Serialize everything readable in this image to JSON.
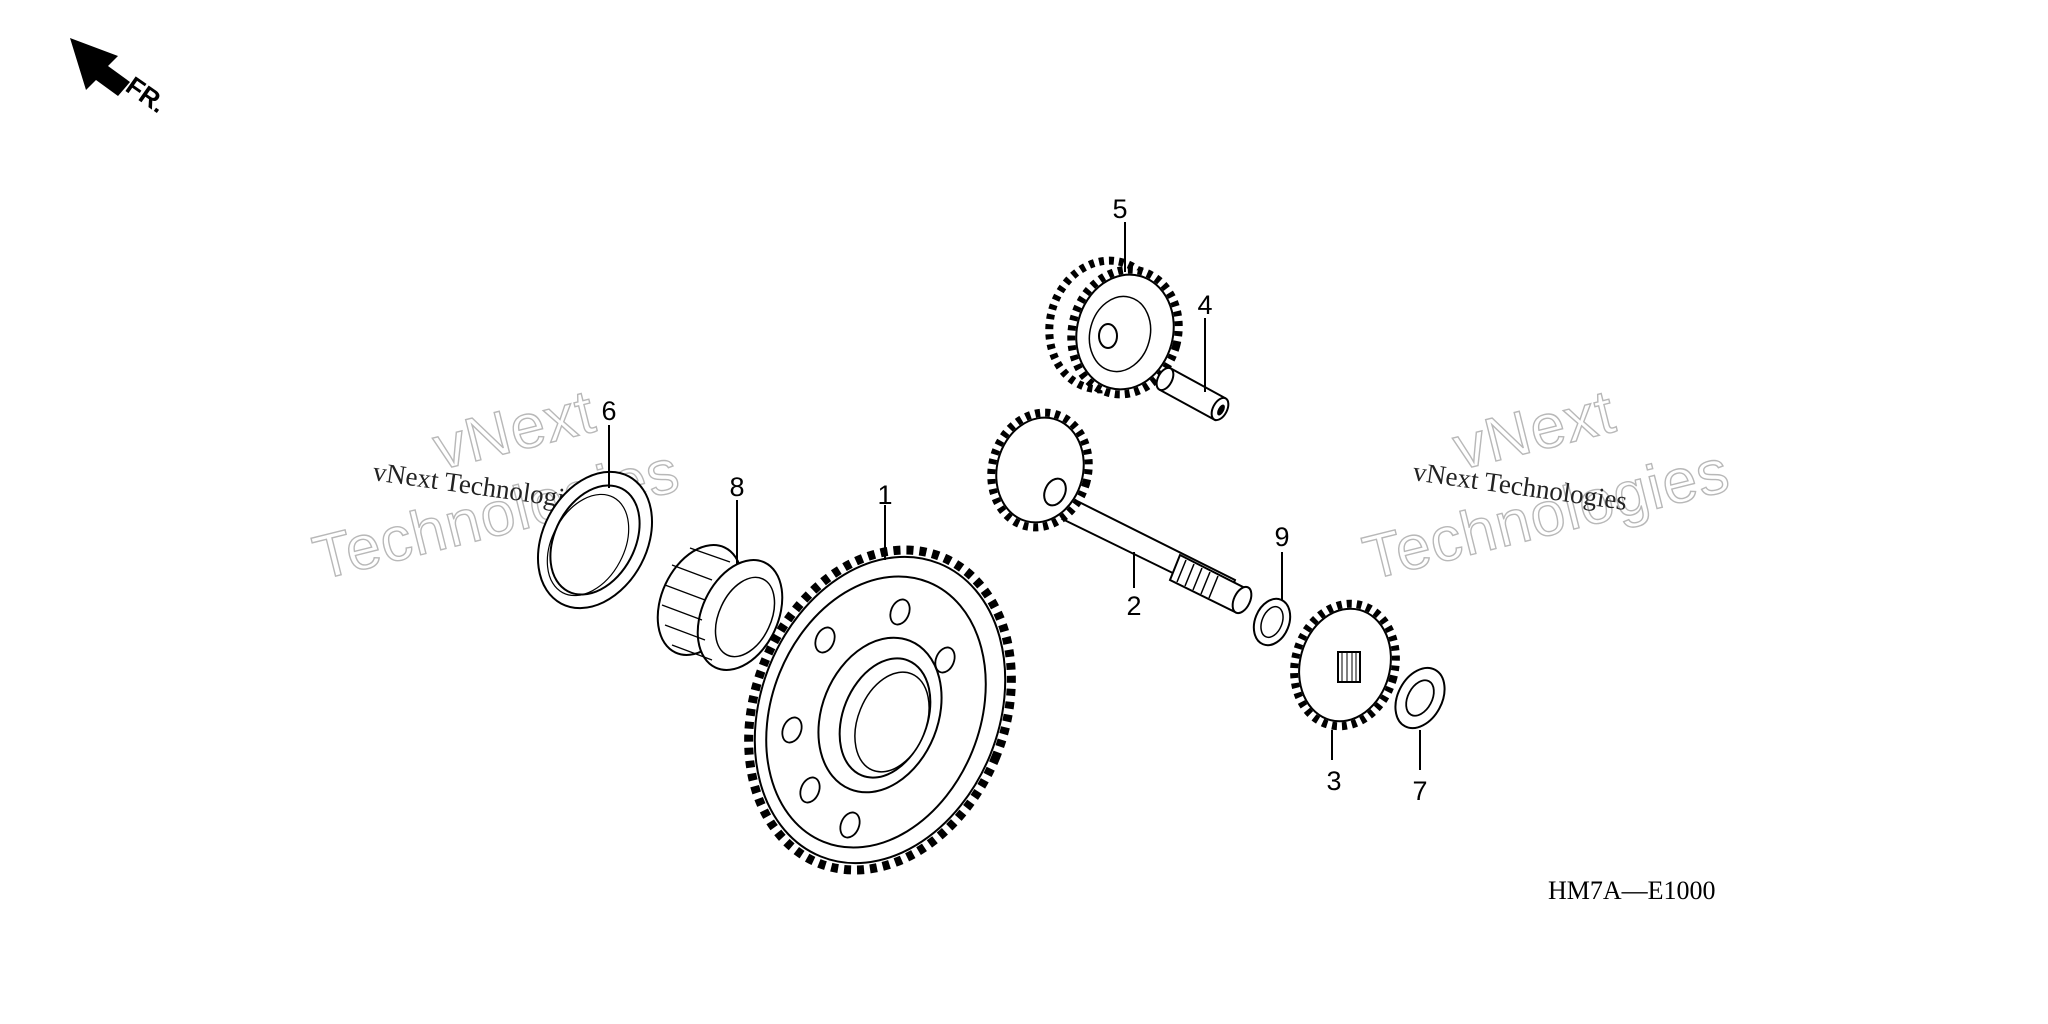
{
  "diagram": {
    "orientation_label": "FR.",
    "orientation_icon": "direction-arrow-icon",
    "drawing_code": "HM7A—E1000",
    "parts": [
      {
        "callout": "1",
        "icon": "final-driven-gear-icon"
      },
      {
        "callout": "2",
        "icon": "countershaft-icon"
      },
      {
        "callout": "3",
        "icon": "spur-gear-icon"
      },
      {
        "callout": "4",
        "icon": "pin-icon"
      },
      {
        "callout": "5",
        "icon": "idle-gear-icon"
      },
      {
        "callout": "6",
        "icon": "oil-seal-icon"
      },
      {
        "callout": "7",
        "icon": "thrust-washer-icon"
      },
      {
        "callout": "8",
        "icon": "needle-bearing-icon"
      },
      {
        "callout": "9",
        "icon": "snap-ring-icon"
      }
    ],
    "watermarks": [
      {
        "line1": "vNext",
        "line2": "Technologies",
        "caption": "vNext Technologies"
      },
      {
        "line1": "vNext",
        "line2": "Technologies",
        "caption": "vNext Technologies"
      }
    ]
  }
}
